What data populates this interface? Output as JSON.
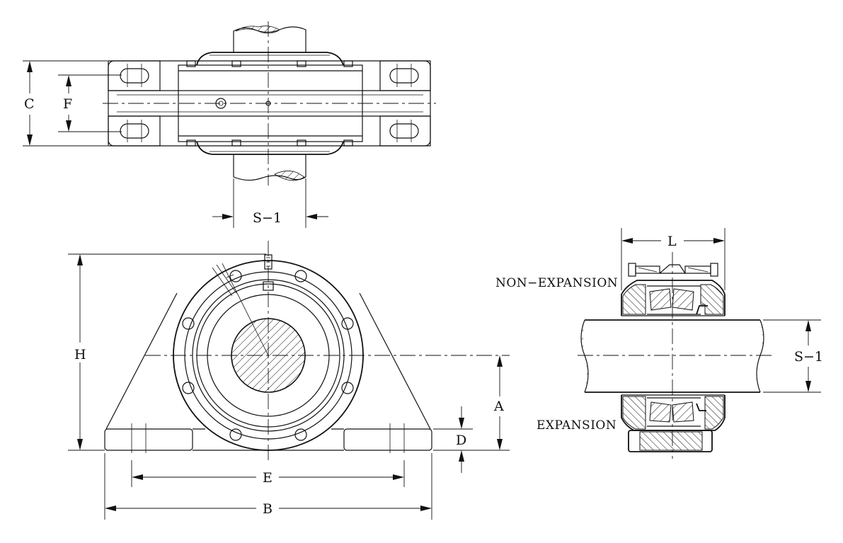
{
  "drawing_type": "pillow block bearing housing – dimensional drawing",
  "colors": {
    "line": "#111111",
    "background": "#ffffff"
  },
  "labels": {
    "C": "C",
    "F": "F",
    "S1_top": "S−1",
    "H": "H",
    "A": "A",
    "D": "D",
    "E": "E",
    "B": "B",
    "L": "L",
    "S1_side": "S−1",
    "non_expansion": "NON−EXPANSION",
    "expansion": "EXPANSION"
  }
}
